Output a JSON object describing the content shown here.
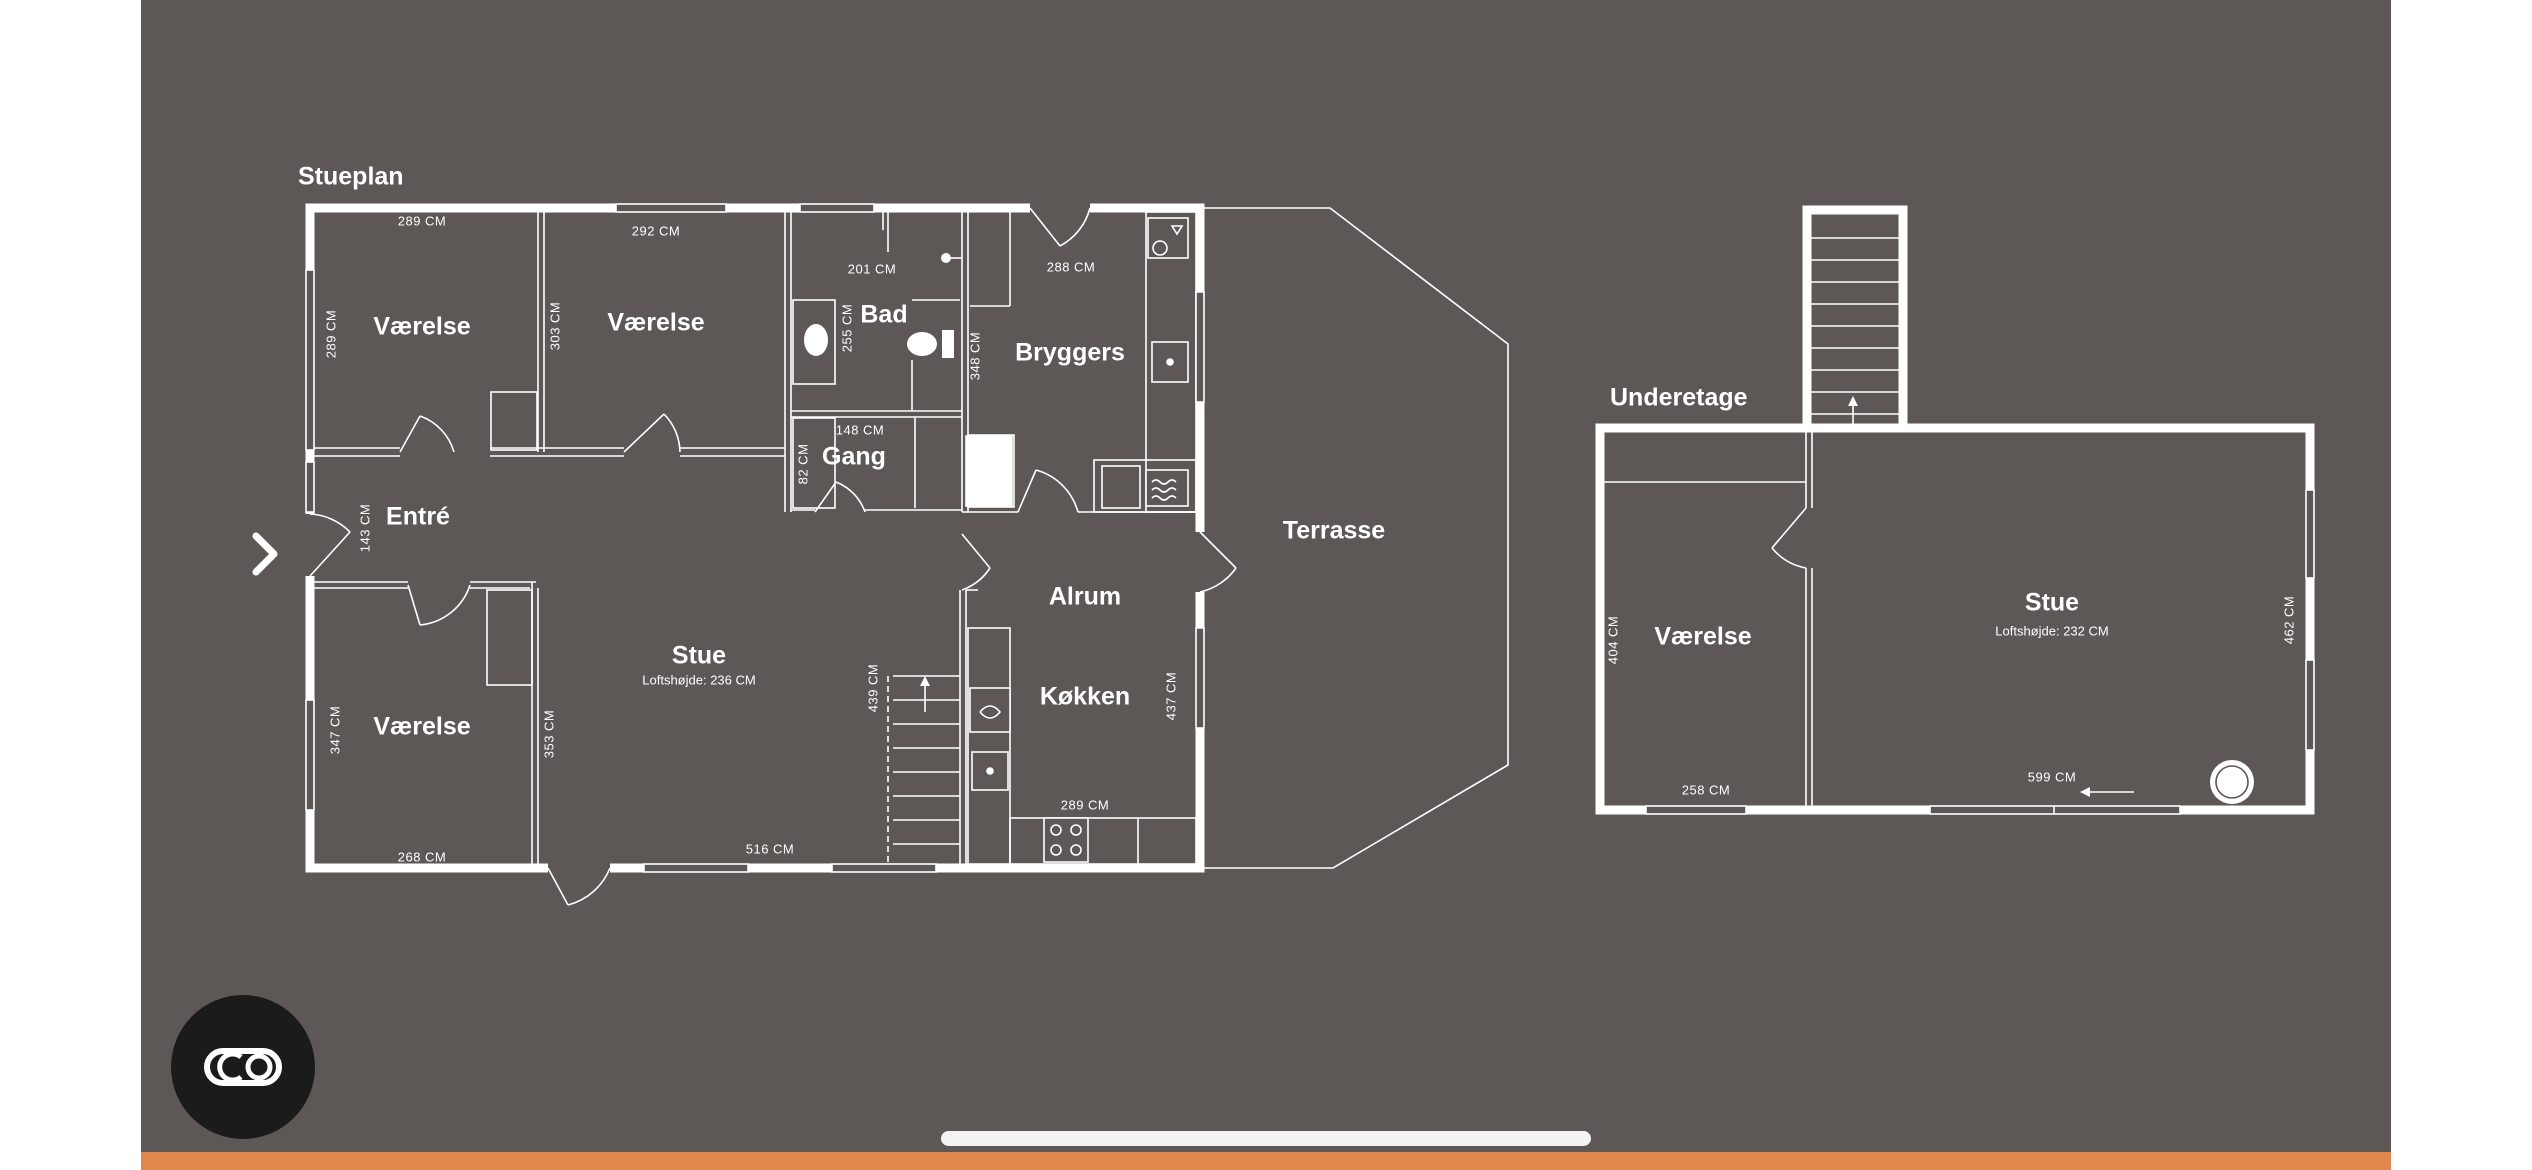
{
  "colors": {
    "background": "#5d5856",
    "walls": "#ffffff",
    "accent_bar": "#e0884c",
    "button": "#1b1b1b"
  },
  "ground_floor": {
    "title": "Stueplan",
    "rooms": {
      "vaerelse_1": "Værelse",
      "vaerelse_2": "Værelse",
      "bad": "Bad",
      "bryggers": "Bryggers",
      "gang": "Gang",
      "entre": "Entré",
      "stue": "Stue",
      "stue_ceiling": "Loftshøjde: 236 CM",
      "alrum": "Alrum",
      "koekken": "Køkken",
      "vaerelse_3": "Værelse",
      "terrasse": "Terrasse"
    },
    "dimensions": {
      "d289_top": "289 CM",
      "d292": "292 CM",
      "d201": "201 CM",
      "d288": "288 CM",
      "d289_side": "289 CM",
      "d303": "303 CM",
      "d255": "255 CM",
      "d348": "348 CM",
      "d148": "148 CM",
      "d82": "82 CM",
      "d143": "143 CM",
      "d347": "347 CM",
      "d353": "353 CM",
      "d439": "439 CM",
      "d437": "437 CM",
      "d289_kitchen": "289 CM",
      "d268": "268 CM",
      "d516": "516 CM"
    }
  },
  "basement": {
    "title": "Underetage",
    "rooms": {
      "vaerelse": "Værelse",
      "stue": "Stue",
      "stue_ceiling": "Loftshøjde: 232 CM"
    },
    "dimensions": {
      "d404": "404 CM",
      "d462": "462 CM",
      "d258": "258 CM",
      "d599": "599 CM"
    }
  },
  "controls": {
    "previous": "chevron-right-icon",
    "toggle": "co-toggle-icon"
  }
}
